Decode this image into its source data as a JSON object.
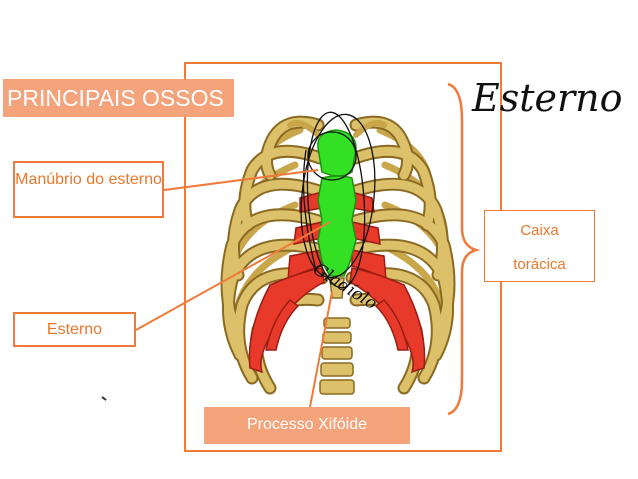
{
  "title": "PRINCIPAIS OSSOS",
  "labels": {
    "manubrio": "Manúbrio do esterno",
    "esterno": "Esterno",
    "processo_xifoide": "Processo Xifóide",
    "caixa_line1": "Caixa",
    "caixa_line2": "torácica"
  },
  "handwriting": {
    "top_right": "Esterno",
    "diagonal": "Gladíolo"
  },
  "colors": {
    "accent_orange": "#f07a3a",
    "title_fill": "#f4a37a",
    "label_text": "#e8782c",
    "bone": "#dcc06a",
    "sternum_highlight": "#33e024",
    "cartilage": "#e83a2a"
  }
}
